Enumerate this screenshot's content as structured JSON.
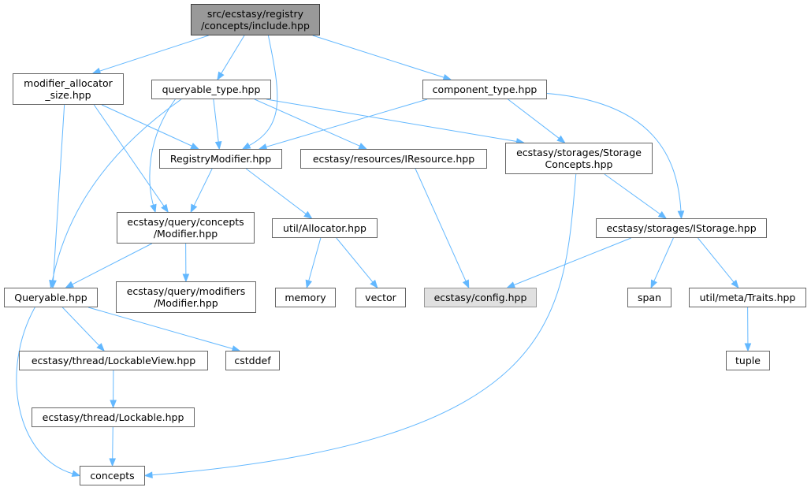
{
  "colors": {
    "edge": "#63b8ff",
    "node_border": "#666666",
    "root_fill": "#999999",
    "system_fill": "#e0e0e0"
  },
  "nodes": {
    "root": [
      "src/ecstasy/registry",
      "/concepts/include.hpp"
    ],
    "modifier_allocator": [
      "modifier_allocator",
      "_size.hpp"
    ],
    "queryable_type": [
      "queryable_type.hpp"
    ],
    "component_type": [
      "component_type.hpp"
    ],
    "registry_modifier": [
      "RegistryModifier.hpp"
    ],
    "iresource": [
      "ecstasy/resources/IResource.hpp"
    ],
    "storage_concepts": [
      "ecstasy/storages/Storage",
      "Concepts.hpp"
    ],
    "query_concepts_modifier": [
      "ecstasy/query/concepts",
      "/Modifier.hpp"
    ],
    "allocator": [
      "util/Allocator.hpp"
    ],
    "istorage": [
      "ecstasy/storages/IStorage.hpp"
    ],
    "queryable": [
      "Queryable.hpp"
    ],
    "query_modifiers_modifier": [
      "ecstasy/query/modifiers",
      "/Modifier.hpp"
    ],
    "memory": [
      "memory"
    ],
    "vector": [
      "vector"
    ],
    "config": [
      "ecstasy/config.hpp"
    ],
    "span": [
      "span"
    ],
    "traits": [
      "util/meta/Traits.hpp"
    ],
    "lockable_view": [
      "ecstasy/thread/LockableView.hpp"
    ],
    "cstddef": [
      "cstddef"
    ],
    "tuple": [
      "tuple"
    ],
    "lockable": [
      "ecstasy/thread/Lockable.hpp"
    ],
    "concepts": [
      "concepts"
    ]
  },
  "edges": [
    [
      "root",
      "modifier_allocator"
    ],
    [
      "root",
      "queryable_type"
    ],
    [
      "root",
      "registry_modifier"
    ],
    [
      "root",
      "component_type"
    ],
    [
      "modifier_allocator",
      "registry_modifier"
    ],
    [
      "modifier_allocator",
      "query_concepts_modifier"
    ],
    [
      "modifier_allocator",
      "queryable"
    ],
    [
      "queryable_type",
      "registry_modifier"
    ],
    [
      "queryable_type",
      "query_concepts_modifier"
    ],
    [
      "queryable_type",
      "queryable"
    ],
    [
      "queryable_type",
      "iresource"
    ],
    [
      "queryable_type",
      "storage_concepts"
    ],
    [
      "component_type",
      "registry_modifier"
    ],
    [
      "component_type",
      "storage_concepts"
    ],
    [
      "component_type",
      "istorage"
    ],
    [
      "registry_modifier",
      "query_concepts_modifier"
    ],
    [
      "registry_modifier",
      "allocator"
    ],
    [
      "iresource",
      "config"
    ],
    [
      "storage_concepts",
      "istorage"
    ],
    [
      "storage_concepts",
      "concepts"
    ],
    [
      "query_concepts_modifier",
      "queryable"
    ],
    [
      "query_concepts_modifier",
      "query_modifiers_modifier"
    ],
    [
      "allocator",
      "memory"
    ],
    [
      "allocator",
      "vector"
    ],
    [
      "istorage",
      "config"
    ],
    [
      "istorage",
      "span"
    ],
    [
      "istorage",
      "traits"
    ],
    [
      "queryable",
      "lockable_view"
    ],
    [
      "queryable",
      "cstddef"
    ],
    [
      "queryable",
      "concepts"
    ],
    [
      "traits",
      "tuple"
    ],
    [
      "lockable_view",
      "lockable"
    ],
    [
      "lockable",
      "concepts"
    ]
  ]
}
